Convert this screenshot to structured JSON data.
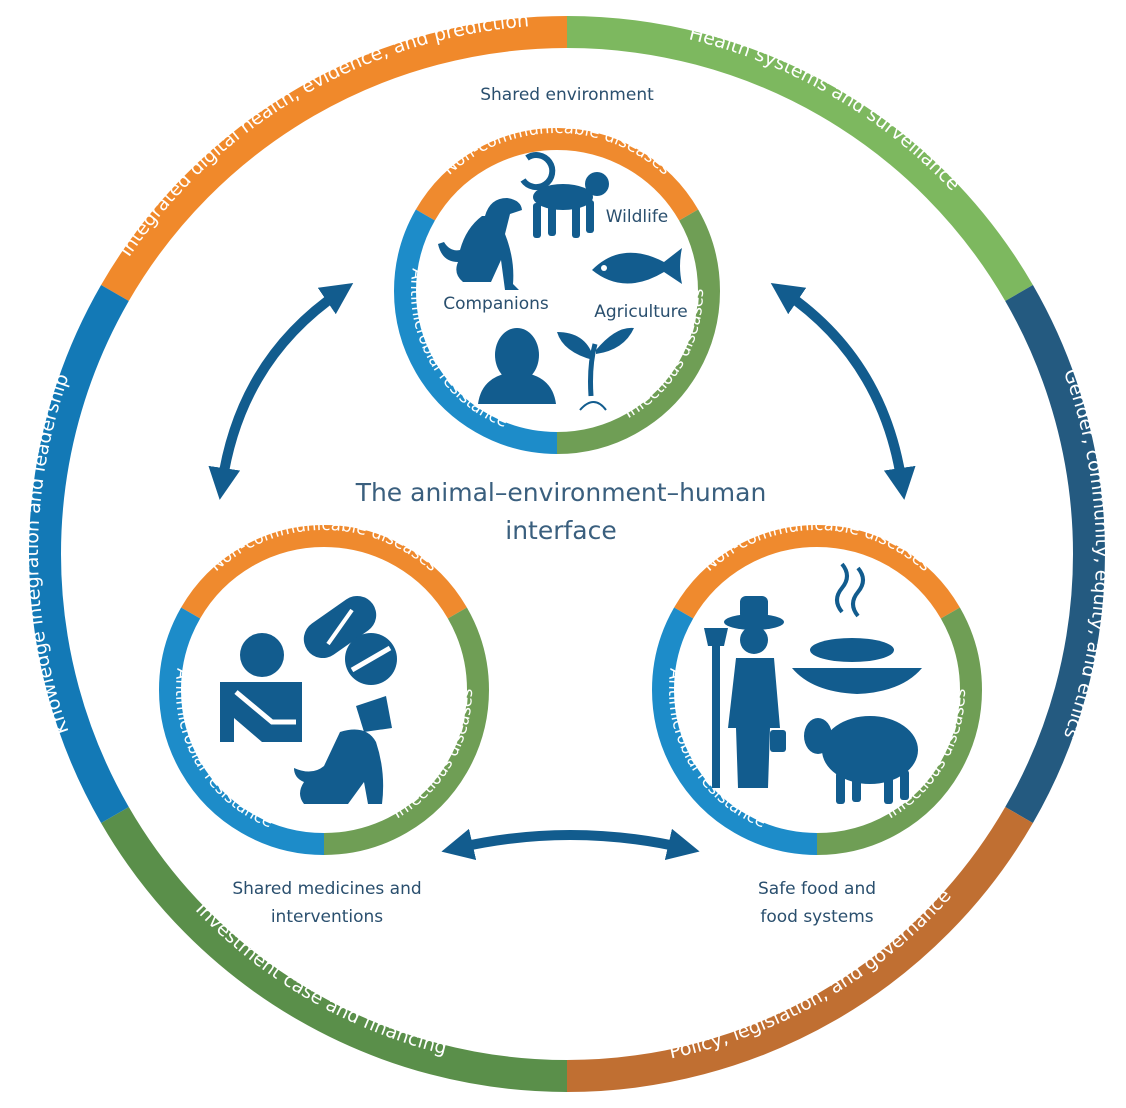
{
  "colors": {
    "orange": "#f0892b",
    "light_green": "#7db85f",
    "dark_blue": "#245a80",
    "blue": "#1379b6",
    "green": "#5a8f4a",
    "brown": "#c06f32",
    "mini_orange": "#ef8a2e",
    "mini_green": "#6f9e55",
    "mini_blue": "#1d8cc9",
    "icon": "#125c8e",
    "arrow": "#125c8e"
  },
  "outer_ring": {
    "segments": [
      {
        "label": "Integrated digital health, evidence, and prediction",
        "color_key": "orange"
      },
      {
        "label": "Health systems and surveillance",
        "color_key": "light_green"
      },
      {
        "label": "Gender, community, equity, and ethics",
        "color_key": "dark_blue"
      },
      {
        "label": "Policy, legislation, and governance",
        "color_key": "brown"
      },
      {
        "label": "Investment case and financing",
        "color_key": "green"
      },
      {
        "label": "Knowledge integration and leadership",
        "color_key": "blue"
      }
    ]
  },
  "center_title": {
    "line1": "The animal–environment–human",
    "line2": "interface"
  },
  "circles": [
    {
      "id": "top",
      "caption_lines": [
        "Shared environment"
      ],
      "ring_labels": {
        "top": "Non-communicable diseases",
        "right": "Infectious diseases",
        "left": "Antimicrobial resistance"
      },
      "icon_labels": [
        "Wildlife",
        "Companions",
        "Agriculture"
      ]
    },
    {
      "id": "left",
      "caption_lines": [
        "Shared medicines and",
        "interventions"
      ],
      "ring_labels": {
        "top": "Non-communicable diseases",
        "right": "Infectious diseases",
        "left": "Antimicrobial resistance"
      },
      "icon_labels": []
    },
    {
      "id": "right",
      "caption_lines": [
        "Safe food and",
        "food systems"
      ],
      "ring_labels": {
        "top": "Non-communicable diseases",
        "right": "Infectious diseases",
        "left": "Antimicrobial resistance"
      },
      "icon_labels": []
    }
  ],
  "icons": {
    "top": [
      "monkey-icon",
      "dog-icon",
      "fish-icon",
      "person-icon",
      "plant-icon"
    ],
    "left": [
      "patient-arm-sling-icon",
      "pill-capsule-icon",
      "pill-tablet-icon",
      "dog-cone-icon"
    ],
    "right": [
      "farmer-icon",
      "food-bowl-icon",
      "sheep-icon"
    ]
  }
}
